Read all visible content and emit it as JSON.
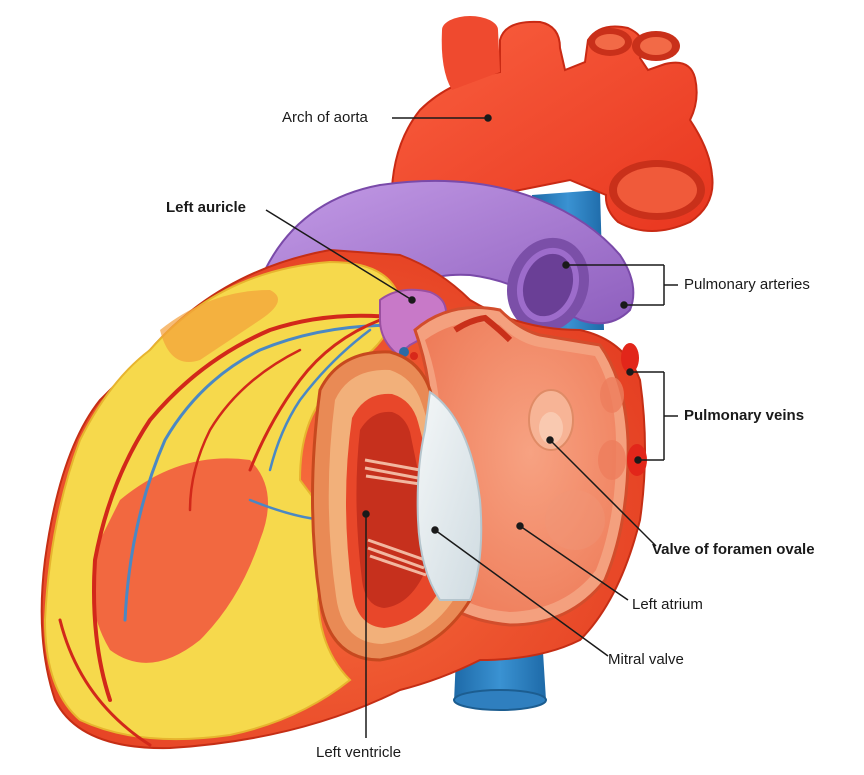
{
  "labels": {
    "arch_of_aorta": "Arch of aorta",
    "left_auricle": "Left auricle",
    "pulmonary_arteries": "Pulmonary arteries",
    "pulmonary_veins": "Pulmonary veins",
    "valve_of_foramen_ovale": "Valve of foramen ovale",
    "left_atrium": "Left atrium",
    "mitral_valve": "Mitral valve",
    "left_ventricle": "Left ventricle"
  },
  "colors": {
    "aorta": "#f04a2f",
    "pulmonary_artery": "#a77bd1",
    "vena_cava": "#2f7fbf",
    "myocardium": "#f0582f",
    "fat": "#f4d64a",
    "atrium_wall": "#f08a6a",
    "valve": "#e7eef2"
  }
}
